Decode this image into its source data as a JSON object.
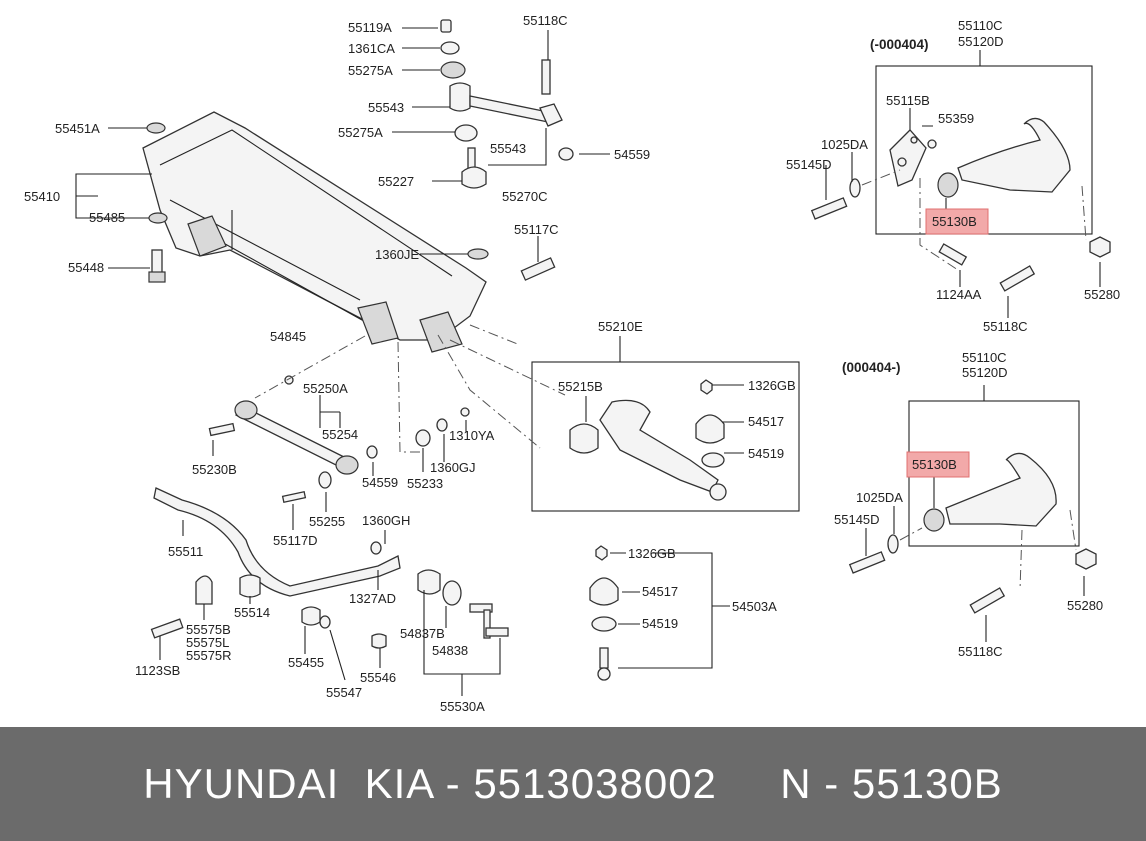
{
  "diagram": {
    "headers": {
      "upper_box_top": "(-000404)",
      "upper_box_bottom": "(000404-)"
    },
    "labels": {
      "l55119A": "55119A",
      "l1361CA": "1361CA",
      "l55275A_1": "55275A",
      "l55118C_top": "55118C",
      "l55543_1": "55543",
      "l55275A_2": "55275A",
      "l55543_2": "55543",
      "l54559_top": "54559",
      "l55227": "55227",
      "l55270C": "55270C",
      "l55451A": "55451A",
      "l55410": "55410",
      "l55485": "55485",
      "l55448": "55448",
      "l1360JE": "1360JE",
      "l55117C_top": "55117C",
      "l55110C_a": "55110C",
      "l55120D_a": "55120D",
      "l55115B": "55115B",
      "l55359": "55359",
      "l1025DA_a": "1025DA",
      "l55145D_a": "55145D",
      "l55130B_a": "55130B",
      "l1124AA": "1124AA",
      "l55118C_a": "55118C",
      "l55280_a": "55280",
      "l54845": "54845",
      "l55250A": "55250A",
      "l55254": "55254",
      "l55230B": "55230B",
      "l54559_mid": "54559",
      "l55210E": "55210E",
      "l55215B": "55215B",
      "l1326GB_a": "1326GB",
      "l54517_a": "54517",
      "l54519_a": "54519",
      "l1310YA": "1310YA",
      "l1360GJ": "1360GJ",
      "l55233": "55233",
      "l55110C_b": "55110C",
      "l55120D_b": "55120D",
      "l55130B_b": "55130B",
      "l1025DA_b": "1025DA",
      "l55145D_b": "55145D",
      "l55280_b": "55280",
      "l55118C_b": "55118C",
      "l55255": "55255",
      "l55117D": "55117D",
      "l1360GH": "1360GH",
      "l55511": "55511",
      "l1327AD": "1327AD",
      "l55575B": "55575B",
      "l55575L": "55575L",
      "l55575R": "55575R",
      "l55514": "55514",
      "l1123SB": "1123SB",
      "l55455": "55455",
      "l55547": "55547",
      "l55546": "55546",
      "l54837B": "54837B",
      "l54838": "54838",
      "l55530A": "55530A",
      "l1326GB_b": "1326GB",
      "l54517_b": "54517",
      "l54519_b": "54519",
      "l54503A": "54503A"
    }
  },
  "footer": {
    "text": "HYUNDAI  KIA - 5513038002     N - 55130B"
  },
  "colors": {
    "highlight": "#f2a9a9",
    "footer_bg": "#6b6b6b",
    "footer_text": "#ffffff"
  }
}
